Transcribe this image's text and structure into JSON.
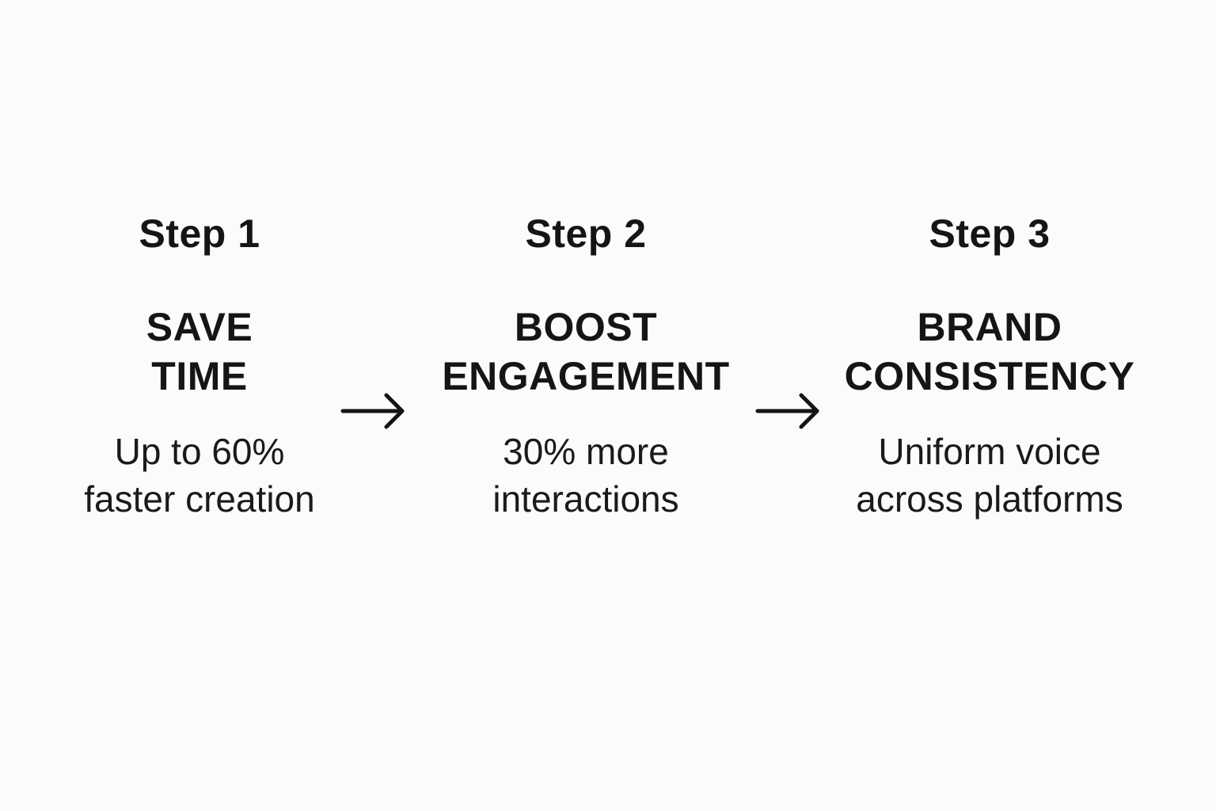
{
  "steps": [
    {
      "label": "Step 1",
      "title_lines": [
        "SAVE",
        "TIME"
      ],
      "description_lines": [
        "Up to 60%",
        "faster creation"
      ]
    },
    {
      "label": "Step 2",
      "title_lines": [
        "BOOST",
        "ENGAGEMENT"
      ],
      "description_lines": [
        "30% more",
        "interactions"
      ]
    },
    {
      "label": "Step 3",
      "title_lines": [
        "BRAND",
        "CONSISTENCY"
      ],
      "description_lines": [
        "Uniform voice",
        "across platforms"
      ]
    }
  ],
  "connectors": [
    {
      "icon": "arrow-right-icon"
    },
    {
      "icon": "arrow-right-icon"
    }
  ],
  "colors": {
    "background": "#fbfbfb",
    "text": "#151515"
  }
}
